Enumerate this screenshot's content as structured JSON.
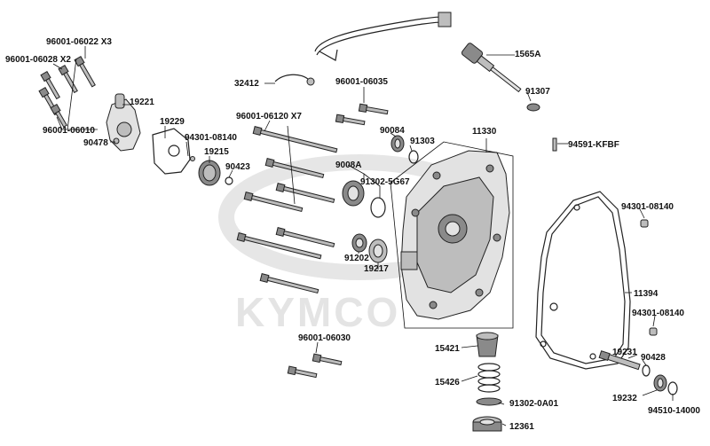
{
  "watermark": {
    "text": "KYMCO"
  },
  "parts": [
    {
      "id": "96001-06022 X3"
    },
    {
      "id": "96001-06028 X2"
    },
    {
      "id": "96001-06010"
    },
    {
      "id": "90478"
    },
    {
      "id": "19221"
    },
    {
      "id": "19229"
    },
    {
      "id": "94301-08140"
    },
    {
      "id": "19215"
    },
    {
      "id": "90423"
    },
    {
      "id": "32412"
    },
    {
      "id": "96001-06120 X7"
    },
    {
      "id": "96001-06035"
    },
    {
      "id": "90084"
    },
    {
      "id": "91303"
    },
    {
      "id": "9008A"
    },
    {
      "id": "91302-5G67"
    },
    {
      "id": "11330"
    },
    {
      "id": "91202"
    },
    {
      "id": "19217"
    },
    {
      "id": "1565A"
    },
    {
      "id": "91307"
    },
    {
      "id": "94591-KFBF"
    },
    {
      "id": "94301-08140"
    },
    {
      "id": "11394"
    },
    {
      "id": "94301-08140"
    },
    {
      "id": "96001-06030"
    },
    {
      "id": "15421"
    },
    {
      "id": "15426"
    },
    {
      "id": "91302-0A01"
    },
    {
      "id": "12361"
    },
    {
      "id": "19231"
    },
    {
      "id": "90428"
    },
    {
      "id": "19232"
    },
    {
      "id": "94510-14000"
    }
  ]
}
